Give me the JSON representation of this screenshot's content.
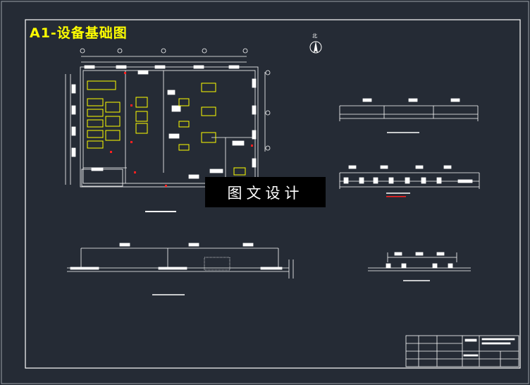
{
  "title": "A1-设备基础图",
  "watermark": "图文设计",
  "north_label": "北",
  "colors": {
    "background": "#252b35",
    "lines": "#ffffff",
    "highlight": "#ffff00",
    "accent": "#ff2020"
  }
}
